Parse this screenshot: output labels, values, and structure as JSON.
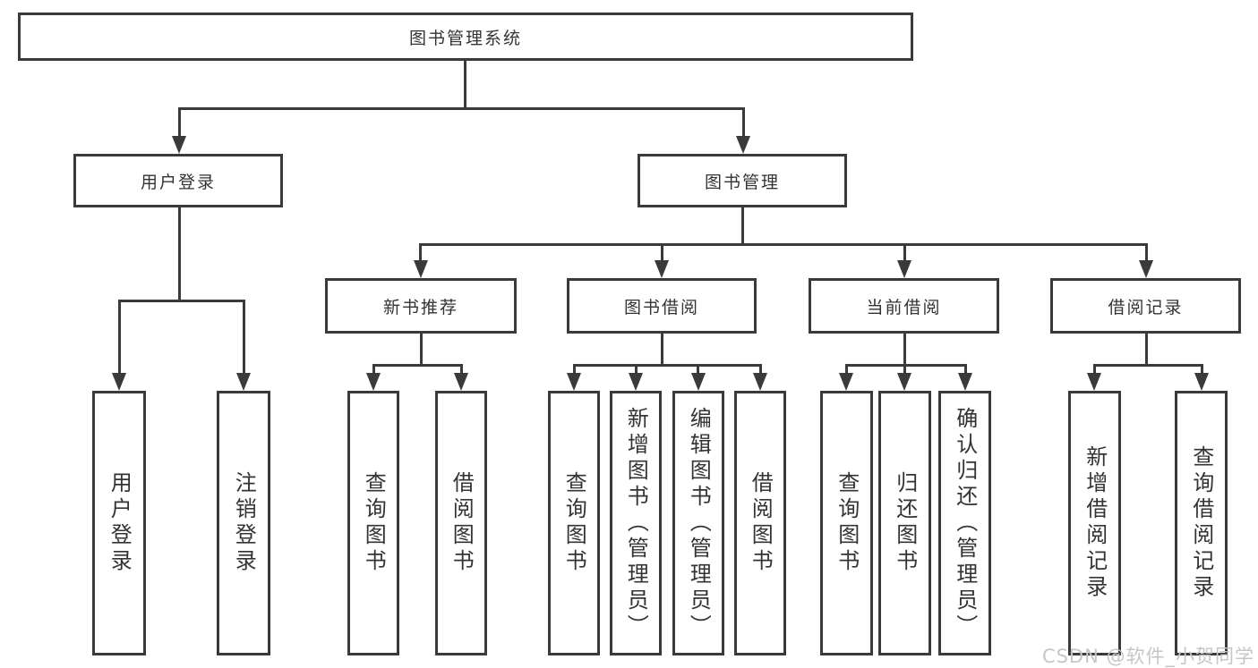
{
  "diagram": {
    "root": {
      "label": "图书管理系统"
    },
    "level2": [
      {
        "label": "用户登录"
      },
      {
        "label": "图书管理"
      }
    ],
    "level3": [
      {
        "label": "新书推荐"
      },
      {
        "label": "图书借阅"
      },
      {
        "label": "当前借阅"
      },
      {
        "label": "借阅记录"
      }
    ],
    "leaves": {
      "user_login": [
        "用户登录",
        "注销登录"
      ],
      "new_book": [
        "查询图书",
        "借阅图书"
      ],
      "book_borrow": [
        "查询图书",
        "新增图书（管理员）",
        "编辑图书（管理员）",
        "借阅图书"
      ],
      "current_borrow": [
        "查询图书",
        "归还图书",
        "确认归还（管理员）"
      ],
      "borrow_record": [
        "新增借阅记录",
        "查询借阅记录"
      ]
    }
  },
  "watermark": "CSDN @软件_小贺同学",
  "colors": {
    "line": "#3a3a3a",
    "text": "#333333",
    "background": "#ffffff",
    "watermark": "#c6c6c6"
  }
}
